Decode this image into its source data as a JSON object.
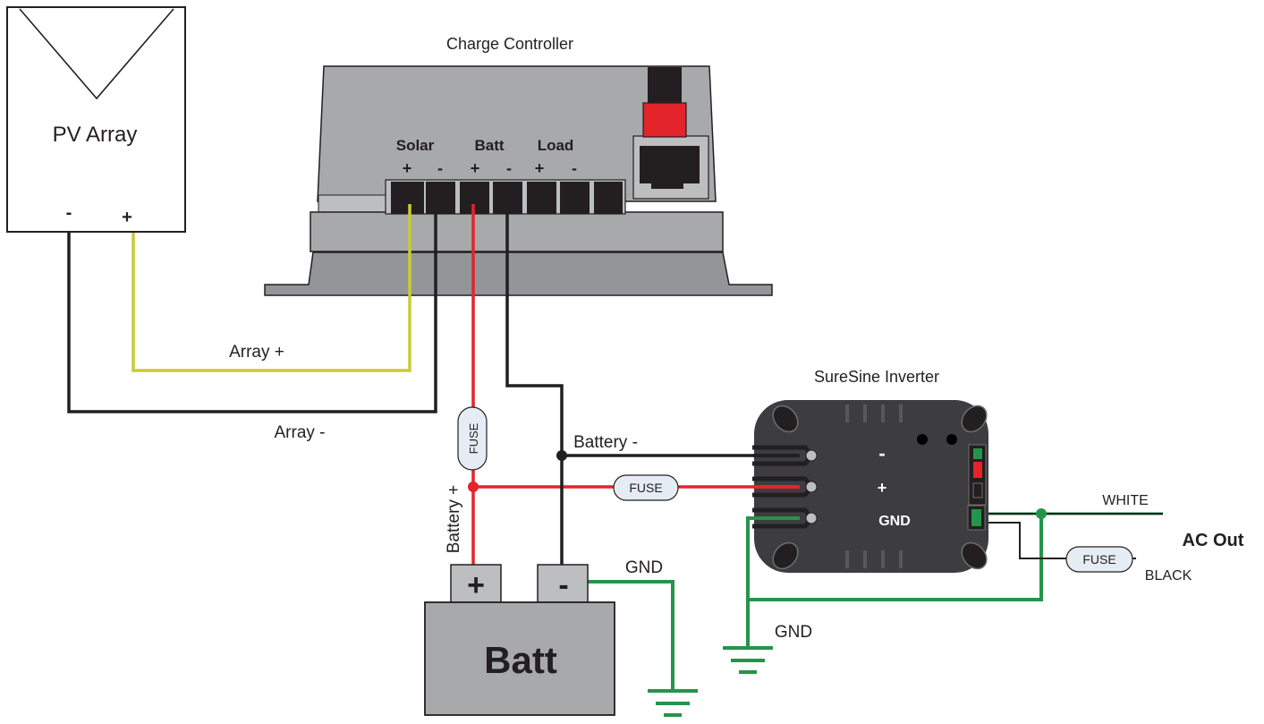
{
  "pv_array": {
    "title": "PV Array",
    "neg": "-",
    "pos": "+"
  },
  "controller": {
    "title": "Charge Controller",
    "groups": [
      "Solar",
      "Batt",
      "Load"
    ],
    "signs": [
      "+",
      "-",
      "+",
      "-",
      "+",
      "-"
    ]
  },
  "wires": {
    "array_pos": "Array +",
    "array_neg": "Array -",
    "battery_pos": "Battery +",
    "battery_neg": "Battery -"
  },
  "fuse_label": "FUSE",
  "battery": {
    "title": "Batt",
    "pos": "+",
    "neg": "-"
  },
  "gnd_label": "GND",
  "inverter": {
    "title": "SureSine Inverter",
    "neg": "-",
    "pos": "+",
    "gnd": "GND"
  },
  "ac_out": {
    "title": "AC Out",
    "white": "WHITE",
    "black": "BLACK"
  },
  "colors": {
    "array_pos": "#c9cc33",
    "positive": "#e3242b",
    "negative": "#231f20",
    "ground": "#25944a",
    "controller_body": "#a8a9ab",
    "controller_dark": "#939598",
    "inverter_body": "#3d3d3f"
  }
}
